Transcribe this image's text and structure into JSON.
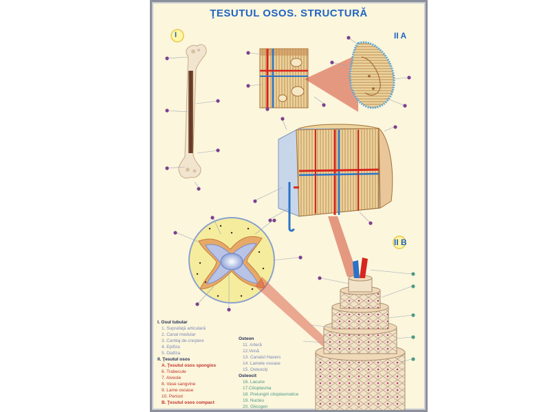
{
  "poster": {
    "title": "ŢESUTUL OSOS. STRUCTURĂ",
    "section_I": "I",
    "section_IIA": "II A",
    "section_IIB": "II B"
  },
  "legend_left": {
    "group1_heading": "I. Osul tubular",
    "group1_items": [
      "1. Suprafaţă articulară",
      "2. Canal medular",
      "3. Cartilaj de creştere",
      "4. Epifiza",
      "5. Diafiza"
    ],
    "group2_heading": "II. Ţesutul osos",
    "group2_a": "A. Ţesutul osos spongios",
    "group2_items": [
      "6. Trabecule",
      "7. Alveole",
      "8. Vase sangvine",
      "9. Lame osoase",
      "10. Periost"
    ],
    "group2_b": "B. Ţesutul osos compact"
  },
  "legend_right": {
    "group3_heading": "Osteon",
    "group3_items": [
      "11. Arteră",
      "12.Venă",
      "13. Canalul Havers",
      "14. Lamele osoase",
      "15. Osteociţi"
    ],
    "group4_heading": "Osteocit",
    "group4_items": [
      "16. Lacune",
      "17.Citoplasma",
      "18. Prelungiri citoplasmatice",
      "19. Nucleu",
      "20. Glicogen"
    ]
  },
  "colors": {
    "title": "#1f63c3",
    "dot": "#7d3f8f",
    "artery": "#d7261e",
    "vein": "#2a73c7",
    "bone": "#e8c99a",
    "background": "#fbf6dc"
  }
}
